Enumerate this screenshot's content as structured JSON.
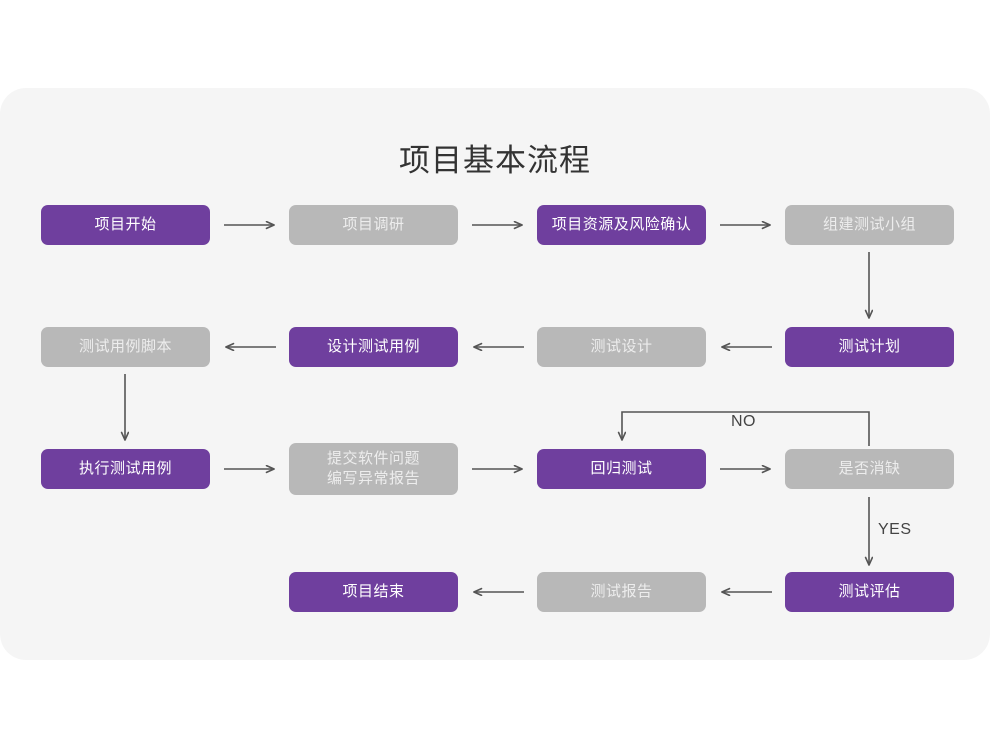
{
  "panel": {
    "background_color": "#f5f5f5",
    "page_background_color": "#ffffff"
  },
  "title": "项目基本流程",
  "colors": {
    "accent_purple": "#6f3f9e",
    "muted_gray": "#b8b8b8",
    "arrow_gray": "#555555",
    "title_color": "#333333",
    "gray_box_text": "#ededed"
  },
  "nodes": [
    {
      "id": "n1",
      "label": "项目开始",
      "style": "purple",
      "row": 1,
      "col": 1
    },
    {
      "id": "n2",
      "label": "项目调研",
      "style": "gray",
      "row": 1,
      "col": 2
    },
    {
      "id": "n3",
      "label": "项目资源及风险确认",
      "style": "purple",
      "row": 1,
      "col": 3
    },
    {
      "id": "n4",
      "label": "组建测试小组",
      "style": "gray",
      "row": 1,
      "col": 4
    },
    {
      "id": "n5",
      "label": "测试用例脚本",
      "style": "gray",
      "row": 2,
      "col": 1
    },
    {
      "id": "n6",
      "label": "设计测试用例",
      "style": "purple",
      "row": 2,
      "col": 2
    },
    {
      "id": "n7",
      "label": "测试设计",
      "style": "gray",
      "row": 2,
      "col": 3
    },
    {
      "id": "n8",
      "label": "测试计划",
      "style": "purple",
      "row": 2,
      "col": 4
    },
    {
      "id": "n9",
      "label": "执行测试用例",
      "style": "purple",
      "row": 3,
      "col": 1
    },
    {
      "id": "n10",
      "label": "提交软件问题\n编写异常报告",
      "style": "gray",
      "row": 3,
      "col": 2
    },
    {
      "id": "n11",
      "label": "回归测试",
      "style": "purple",
      "row": 3,
      "col": 3
    },
    {
      "id": "n12",
      "label": "是否消缺",
      "style": "gray",
      "row": 3,
      "col": 4
    },
    {
      "id": "n13",
      "label": "项目结束",
      "style": "purple",
      "row": 4,
      "col": 2
    },
    {
      "id": "n14",
      "label": "测试报告",
      "style": "gray",
      "row": 4,
      "col": 3
    },
    {
      "id": "n15",
      "label": "测试评估",
      "style": "purple",
      "row": 4,
      "col": 4
    }
  ],
  "edge_labels": {
    "no": "NO",
    "yes": "YES"
  },
  "edges": [
    {
      "from": "n1",
      "to": "n2",
      "direction": "right"
    },
    {
      "from": "n2",
      "to": "n3",
      "direction": "right"
    },
    {
      "from": "n3",
      "to": "n4",
      "direction": "right"
    },
    {
      "from": "n4",
      "to": "n8",
      "direction": "down"
    },
    {
      "from": "n8",
      "to": "n7",
      "direction": "left"
    },
    {
      "from": "n7",
      "to": "n6",
      "direction": "left"
    },
    {
      "from": "n6",
      "to": "n5",
      "direction": "left"
    },
    {
      "from": "n5",
      "to": "n9",
      "direction": "down"
    },
    {
      "from": "n9",
      "to": "n10",
      "direction": "right"
    },
    {
      "from": "n10",
      "to": "n11",
      "direction": "right"
    },
    {
      "from": "n11",
      "to": "n12",
      "direction": "right"
    },
    {
      "from": "n12",
      "to": "n11",
      "direction": "loop-up-left",
      "label": "NO"
    },
    {
      "from": "n12",
      "to": "n15",
      "direction": "down",
      "label": "YES"
    },
    {
      "from": "n15",
      "to": "n14",
      "direction": "left"
    },
    {
      "from": "n14",
      "to": "n13",
      "direction": "left"
    }
  ]
}
